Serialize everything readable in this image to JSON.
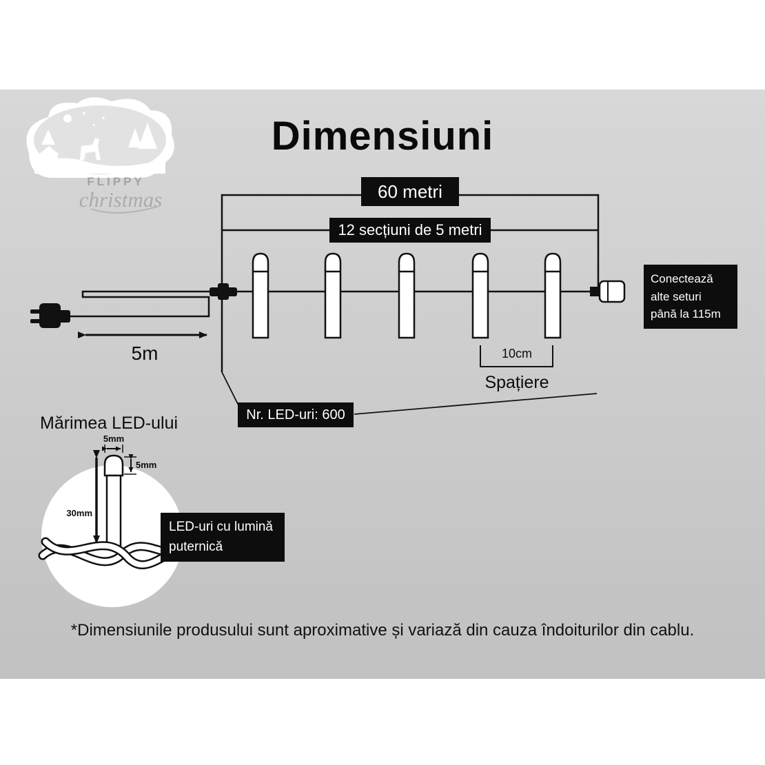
{
  "title": "Dimensiuni",
  "logo": {
    "brand": "FLIPPY",
    "script": "christmas"
  },
  "diagram": {
    "total_length": "60 metri",
    "sections": "12 secțiuni de 5 metri",
    "lead_length": "5m",
    "connect_note": "Conectează alte seturi până la 115m",
    "spacing_value": "10cm",
    "spacing_label": "Spațiere",
    "led_count": "Nr. LED-uri: 600"
  },
  "led_detail": {
    "heading": "Mărimea LED-ului",
    "width_label": "5mm",
    "tip_label": "5mm",
    "height_label": "30mm",
    "note": "LED-uri cu lumină puternică"
  },
  "footnote": "*Dimensiunile produsului sunt aproximative și variază din cauza îndoiturilor din cablu.",
  "colors": {
    "label_bg": "#0d0d0d",
    "label_text": "#ffffff"
  }
}
